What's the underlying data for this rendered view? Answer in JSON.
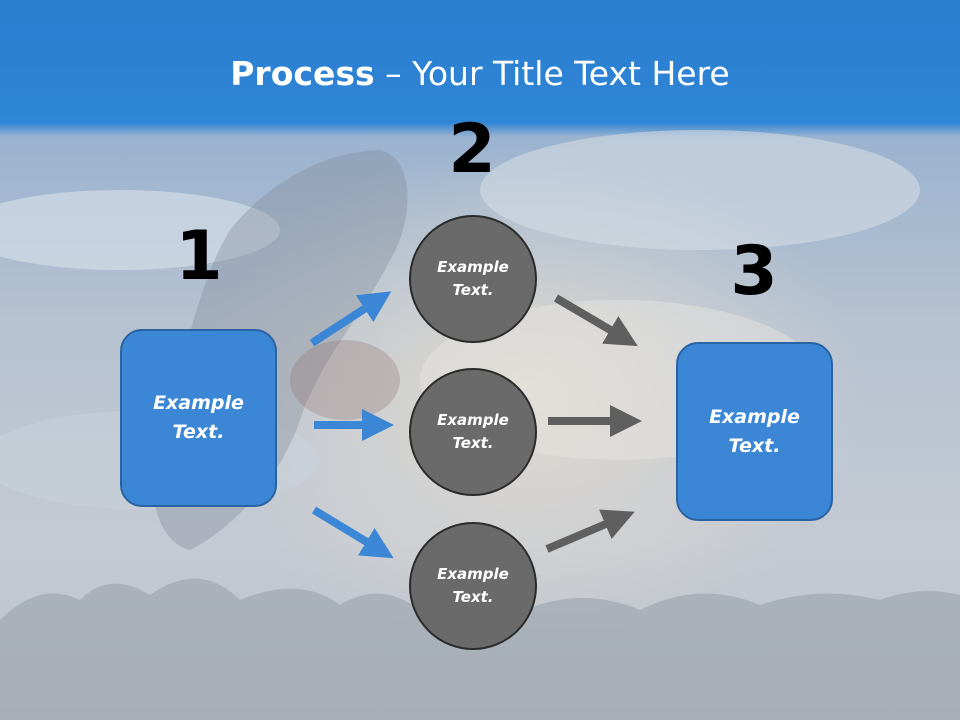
{
  "title": {
    "bold": "Process",
    "rest": " – Your Title Text Here"
  },
  "steps": [
    {
      "number": "1",
      "box_text": "Example Text."
    },
    {
      "number": "2",
      "circles": [
        "Example Text.",
        "Example Text.",
        "Example Text."
      ]
    },
    {
      "number": "3",
      "box_text": "Example Text."
    }
  ],
  "colors": {
    "header_blue": "#2f7fd1",
    "box_blue": "#3b87d6",
    "circle_gray": "#6a6a6a",
    "arrow_blue": "#3b87d6",
    "arrow_gray": "#5f5f5f"
  },
  "icons": {
    "background": "sky-photo-with-jumping-person"
  }
}
